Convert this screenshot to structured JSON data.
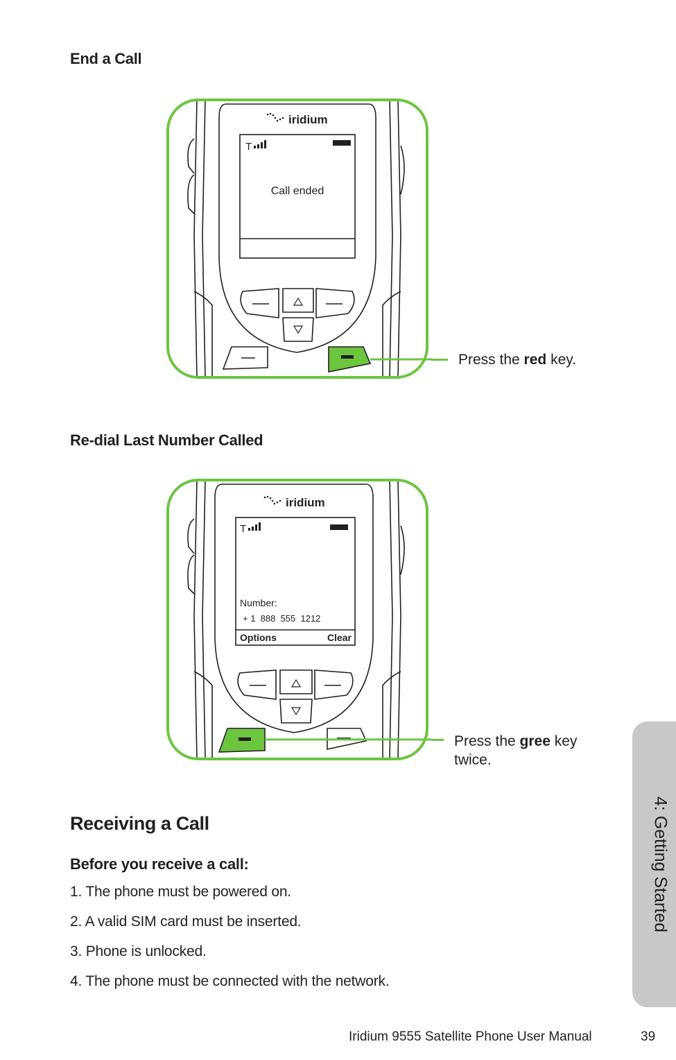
{
  "section_end_call": {
    "title": "End a Call",
    "brand": "iridium",
    "status_signal": "T",
    "screen_message": "Call ended",
    "callout_prefix": "Press the ",
    "callout_bold": "red",
    "callout_suffix": " key."
  },
  "section_redial": {
    "title": "Re-dial Last Number Called",
    "brand": "iridium",
    "status_signal": "T",
    "number_label": "Number:",
    "number_value": "+ 1  888  555  1212",
    "softkey_left": "Options",
    "softkey_right": "Clear",
    "callout_prefix": "Press the ",
    "callout_bold": "gree",
    "callout_suffix": " key",
    "callout_line2": "twice."
  },
  "receiving": {
    "heading": "Receiving a Call",
    "subheading": "Before you receive a call:",
    "items": [
      "1. The phone must be powered on.",
      "2.  A valid SIM card must be inserted.",
      "3. Phone is unlocked.",
      "4. The phone must be connected with the network."
    ]
  },
  "side_tab": {
    "label": "4: Getting Started"
  },
  "footer": {
    "manual_title": "Iridium 9555 Satellite Phone User Manual",
    "page_number": "39"
  },
  "colors": {
    "highlight_green": "#6cc53f",
    "button_green": "#6cc53f",
    "side_tab_gray": "#c8c8c8"
  }
}
